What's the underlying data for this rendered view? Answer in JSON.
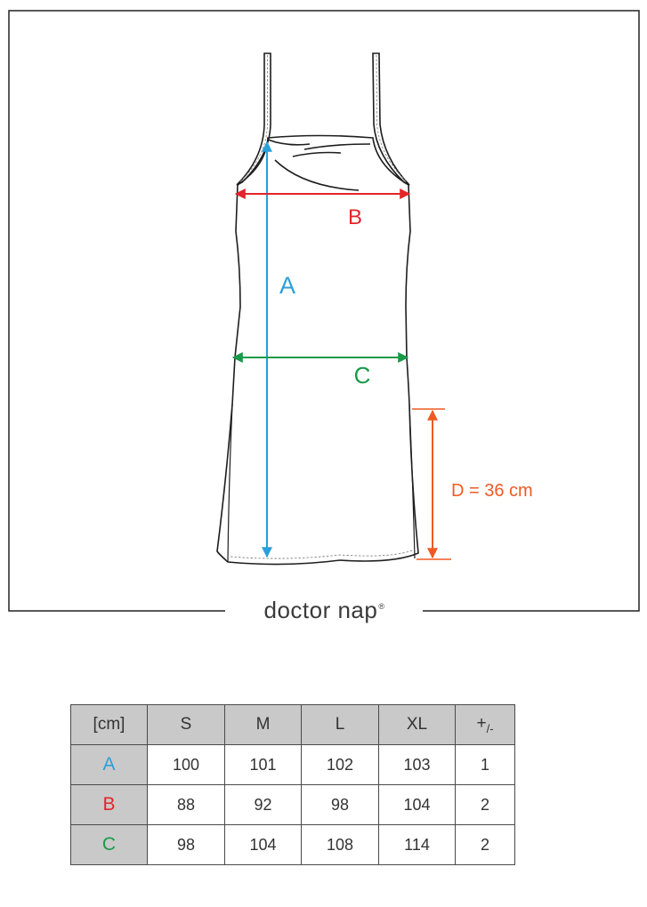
{
  "brand": {
    "name": "doctor nap",
    "mark": "®"
  },
  "diagram": {
    "labels": {
      "a": "A",
      "b": "B",
      "c": "C",
      "d": "D = 36 cm"
    },
    "colors": {
      "a": "#2a9fd8",
      "b": "#e3242b",
      "c": "#189a49",
      "d": "#ee5a24",
      "outline": "#1e1e1e"
    }
  },
  "size_table": {
    "unit_header": "[cm]",
    "sizes": [
      "S",
      "M",
      "L",
      "XL"
    ],
    "tolerance_header": {
      "sign": "+",
      "slash": "/",
      "minus": "-"
    },
    "rows": [
      {
        "label": "A",
        "color": "#2a9fd8",
        "values": [
          "100",
          "101",
          "102",
          "103"
        ],
        "tolerance": "1"
      },
      {
        "label": "B",
        "color": "#e3242b",
        "values": [
          "88",
          "92",
          "98",
          "104"
        ],
        "tolerance": "2"
      },
      {
        "label": "C",
        "color": "#189a49",
        "values": [
          "98",
          "104",
          "108",
          "114"
        ],
        "tolerance": "2"
      }
    ]
  }
}
